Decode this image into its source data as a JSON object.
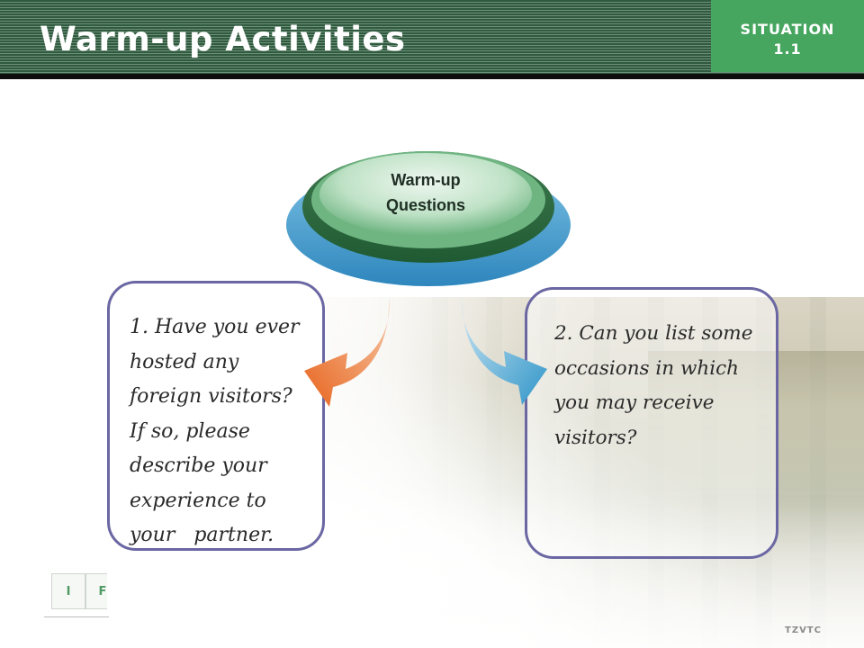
{
  "header": {
    "title": "Warm-up Activities",
    "badge_line1": "SITUATION",
    "badge_line2": "1.1"
  },
  "hub": {
    "line1": "Warm-up",
    "line2": "Questions"
  },
  "questions": {
    "left_lines": [
      "1. Have you ever",
      "hosted any",
      "foreign visitors?",
      "If so, please",
      "describe your",
      "experience to",
      "your   partner."
    ],
    "right_lines": [
      "2. Can you list some",
      "occasions in which",
      "you may receive",
      "visitors?"
    ]
  },
  "nav": {
    "cells": [
      "I",
      "F"
    ]
  },
  "footer": {
    "brand": "TZVTC"
  },
  "colors": {
    "header_green": "#2f5a3f",
    "badge_green": "#46a660",
    "box_border": "#6a67a3",
    "arrow_orange": "#e8732a",
    "arrow_blue": "#3a9fcf"
  },
  "icons": {
    "left_arrow": "curved-arrow-orange",
    "right_arrow": "curved-arrow-blue"
  }
}
